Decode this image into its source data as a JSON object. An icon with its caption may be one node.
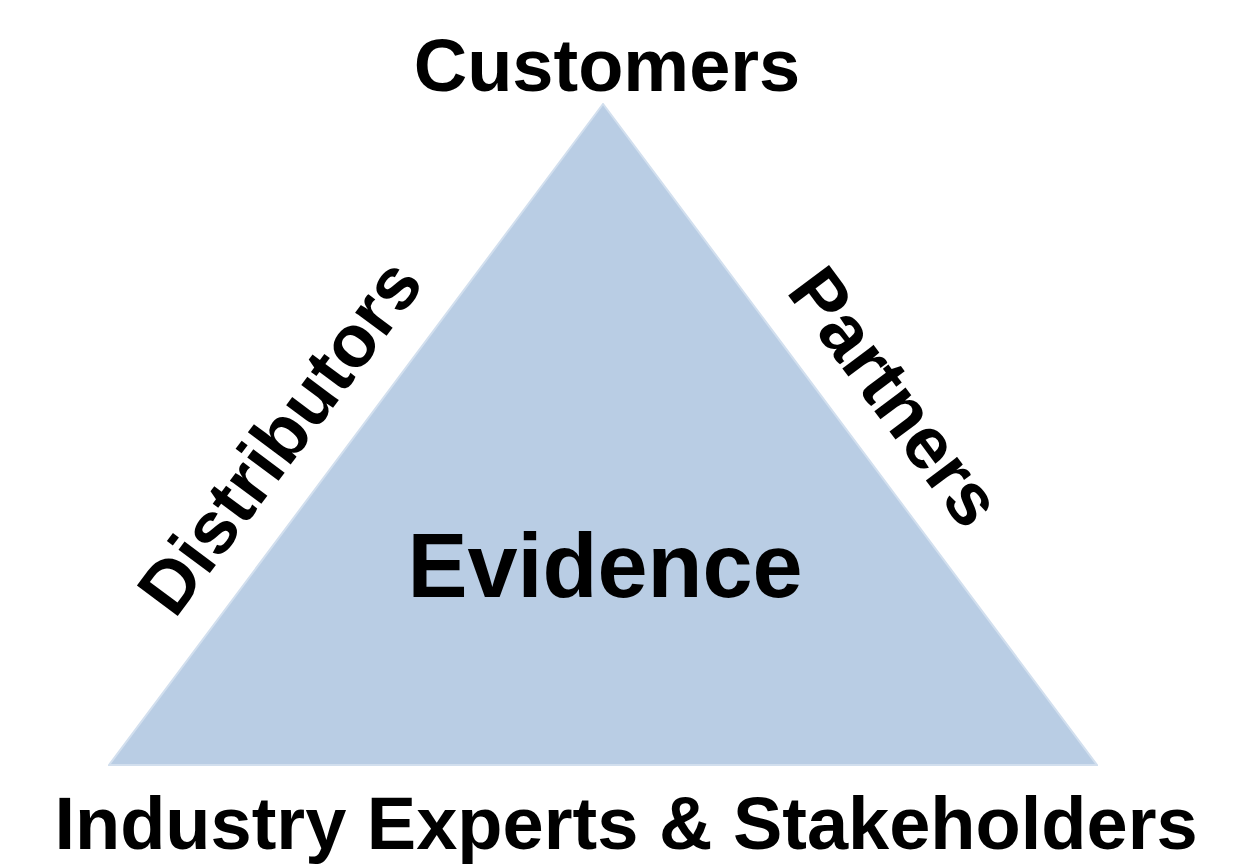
{
  "diagram": {
    "nodes": [
      {
        "text": [
          "Evidence"
        ]
      }
    ],
    "labels": [
      "Customers",
      "Distributors",
      "Partners",
      "Industry Experts & Stakeholders"
    ]
  }
}
